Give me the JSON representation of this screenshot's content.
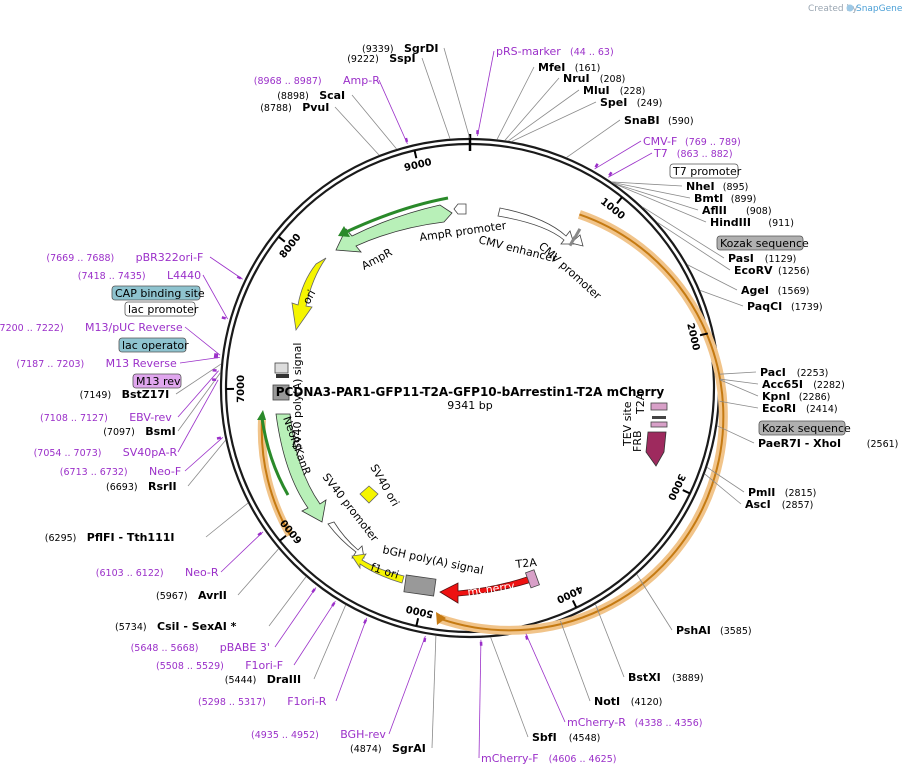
{
  "credit": "Created by",
  "brand": "SnapGene",
  "plasmid": {
    "name": "PCDNA3-PAR1-GFP11-T2A-GFP10-bArrestin1-T2A mCherry",
    "length": "9341 bp"
  },
  "ticks": [
    "1000",
    "2000",
    "3000",
    "4000",
    "5000",
    "6000",
    "7000",
    "8000",
    "9000"
  ],
  "sites": [
    {
      "name": "SgrDI",
      "pos": "(9339)"
    },
    {
      "name": "SspI",
      "pos": "(9222)"
    },
    {
      "name": "ScaI",
      "pos": "(8898)"
    },
    {
      "name": "PvuI",
      "pos": "(8788)"
    },
    {
      "name": "MfeI",
      "pos": "(161)"
    },
    {
      "name": "NruI",
      "pos": "(208)"
    },
    {
      "name": "MluI",
      "pos": "(228)"
    },
    {
      "name": "SpeI",
      "pos": "(249)"
    },
    {
      "name": "SnaBI",
      "pos": "(590)"
    },
    {
      "name": "NheI",
      "pos": "(895)"
    },
    {
      "name": "BmtI",
      "pos": "(899)"
    },
    {
      "name": "AflII",
      "pos": "(908)"
    },
    {
      "name": "HindIII",
      "pos": "(911)"
    },
    {
      "name": "PasI",
      "pos": "(1129)"
    },
    {
      "name": "EcoRV",
      "pos": "(1256)"
    },
    {
      "name": "AgeI",
      "pos": "(1569)"
    },
    {
      "name": "PaqCI",
      "pos": "(1739)"
    },
    {
      "name": "PacI",
      "pos": "(2253)"
    },
    {
      "name": "Acc65I",
      "pos": "(2282)"
    },
    {
      "name": "KpnI",
      "pos": "(2286)"
    },
    {
      "name": "EcoRI",
      "pos": "(2414)"
    },
    {
      "name": "PaeR7I  - XhoI",
      "pos": "(2561)"
    },
    {
      "name": "PmlI",
      "pos": "(2815)"
    },
    {
      "name": "AscI",
      "pos": "(2857)"
    },
    {
      "name": "PshAI",
      "pos": "(3585)"
    },
    {
      "name": "BstXI",
      "pos": "(3889)"
    },
    {
      "name": "NotI",
      "pos": "(4120)"
    },
    {
      "name": "SbfI",
      "pos": "(4548)"
    },
    {
      "name": "SgrAI",
      "pos": "(4874)"
    },
    {
      "name": "DraIII",
      "pos": "(5444)"
    },
    {
      "name": "CsiI  - SexAI *",
      "pos": "(5734)"
    },
    {
      "name": "AvrII",
      "pos": "(5967)"
    },
    {
      "name": "PflFI  - Tth111I",
      "pos": "(6295)"
    },
    {
      "name": "RsrII",
      "pos": "(6693)"
    },
    {
      "name": "BsmI",
      "pos": "(7097)"
    },
    {
      "name": "BstZ17I",
      "pos": "(7149)"
    }
  ],
  "primers": [
    {
      "name": "pRS-marker",
      "pos": "(44 .. 63)"
    },
    {
      "name": "Amp-R",
      "pos": "(8968 .. 8987)"
    },
    {
      "name": "CMV-F",
      "pos": "(769 .. 789)"
    },
    {
      "name": "T7",
      "pos": "(863 .. 882)"
    },
    {
      "name": "pBR322ori-F",
      "pos": "(7669 .. 7688)"
    },
    {
      "name": "L4440",
      "pos": "(7418 .. 7435)"
    },
    {
      "name": "M13/pUC Reverse",
      "pos": "(7200 .. 7222)"
    },
    {
      "name": "M13 Reverse",
      "pos": "(7187 .. 7203)"
    },
    {
      "name": "EBV-rev",
      "pos": "(7108 .. 7127)"
    },
    {
      "name": "SV40pA-R",
      "pos": "(7054 .. 7073)"
    },
    {
      "name": "Neo-F",
      "pos": "(6713 .. 6732)"
    },
    {
      "name": "Neo-R",
      "pos": "(6103 .. 6122)"
    },
    {
      "name": "pBABE 3'",
      "pos": "(5648 .. 5668)"
    },
    {
      "name": "F1ori-F",
      "pos": "(5508 .. 5529)"
    },
    {
      "name": "F1ori-R",
      "pos": "(5298 .. 5317)"
    },
    {
      "name": "BGH-rev",
      "pos": "(4935 .. 4952)"
    },
    {
      "name": "mCherry-F",
      "pos": "(4606 .. 4625)"
    },
    {
      "name": "mCherry-R",
      "pos": "(4338 .. 4356)"
    }
  ],
  "boxes": {
    "t7_promoter": "T7 promoter",
    "kozak1": "Kozak sequence",
    "kozak2": "Kozak sequence",
    "cap": "CAP binding site",
    "lac_promoter": "lac promoter",
    "lac_operator": "lac operator",
    "m13_rev": "M13 rev"
  },
  "features": {
    "ampr_promoter": "AmpR promoter",
    "ampr": "AmpR",
    "cmv_enhancer": "CMV enhancer",
    "cmv_promoter": "CMV promoter",
    "ori": "ori",
    "sv40_polya": "SV40 poly(A) signal",
    "neor": "NeoR/KanR",
    "sv40_promoter": "SV40 promoter",
    "sv40_ori": "SV40 ori",
    "f1_ori": "f1 ori",
    "bgh": "bGH poly(A) signal",
    "mcherry": "mCherry",
    "t2a_a": "T2A",
    "t2a_b": "T2A",
    "tev": "TEV site",
    "frb": "FRB"
  },
  "colors": {
    "backbone": "#1a1a1a",
    "orf": "#e8a94a",
    "primer": "#9b30c9",
    "ampr": "#b8f0b8",
    "ori": "#f5f500",
    "mcherry": "#ee1111",
    "frb": "#9e2a5e",
    "kozak": "#b0b0b0",
    "cap": "#8ec3cf"
  }
}
